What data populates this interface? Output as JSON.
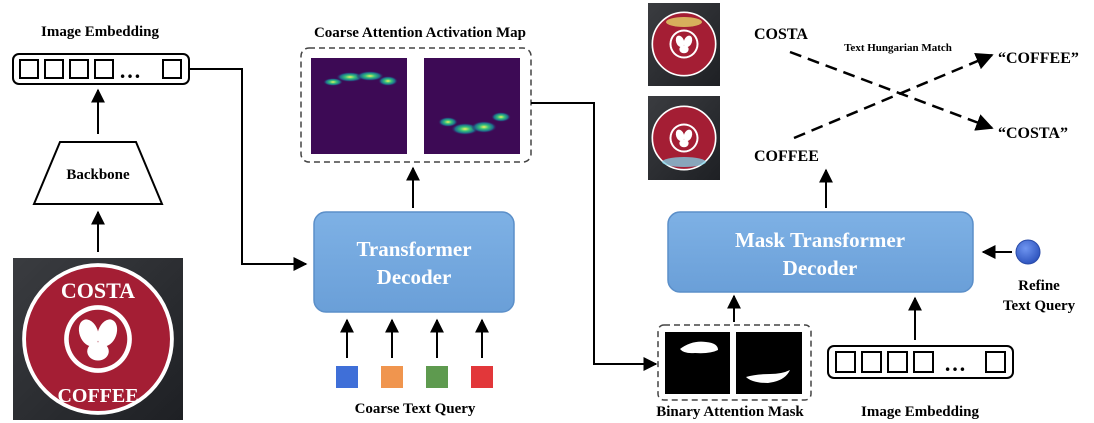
{
  "labels": {
    "image_embedding_left": "Image Embedding",
    "embedding_ellipsis": "…",
    "backbone": "Backbone",
    "coarse_map": "Coarse Attention Activation Map",
    "transformer_decoder_line1": "Transformer",
    "transformer_decoder_line2": "Decoder",
    "coarse_query": "Coarse Text Query",
    "binary_mask": "Binary Attention Mask",
    "mask_decoder_line1": "Mask Transformer",
    "mask_decoder_line2": "Decoder",
    "image_embedding_right": "Image Embedding",
    "refine_line1": "Refine",
    "refine_line2": "Text Query",
    "pred_costa": "COSTA",
    "pred_coffee": "COFFEE",
    "match_label": "Text Hungarian Match",
    "gt_coffee": "“COFFEE”",
    "gt_costa": "“COSTA”",
    "logo_top": "COSTA",
    "logo_bottom": "COFFEE"
  },
  "colors": {
    "decoder_fill": "#74A8DE",
    "decoder_stroke": "#5B8FC9",
    "decoder_text": "#FFFFFF",
    "heatmap_bg": "#3D0A55",
    "query_blue": "#3F6FD8",
    "query_orange": "#F0954E",
    "query_green": "#5E9A4F",
    "query_red": "#E2373A",
    "refine_dot": "#3C66D0",
    "logo_red": "#A41E34"
  },
  "query_colors": [
    "#3F6FD8",
    "#F0954E",
    "#5E9A4F",
    "#E2373A"
  ]
}
